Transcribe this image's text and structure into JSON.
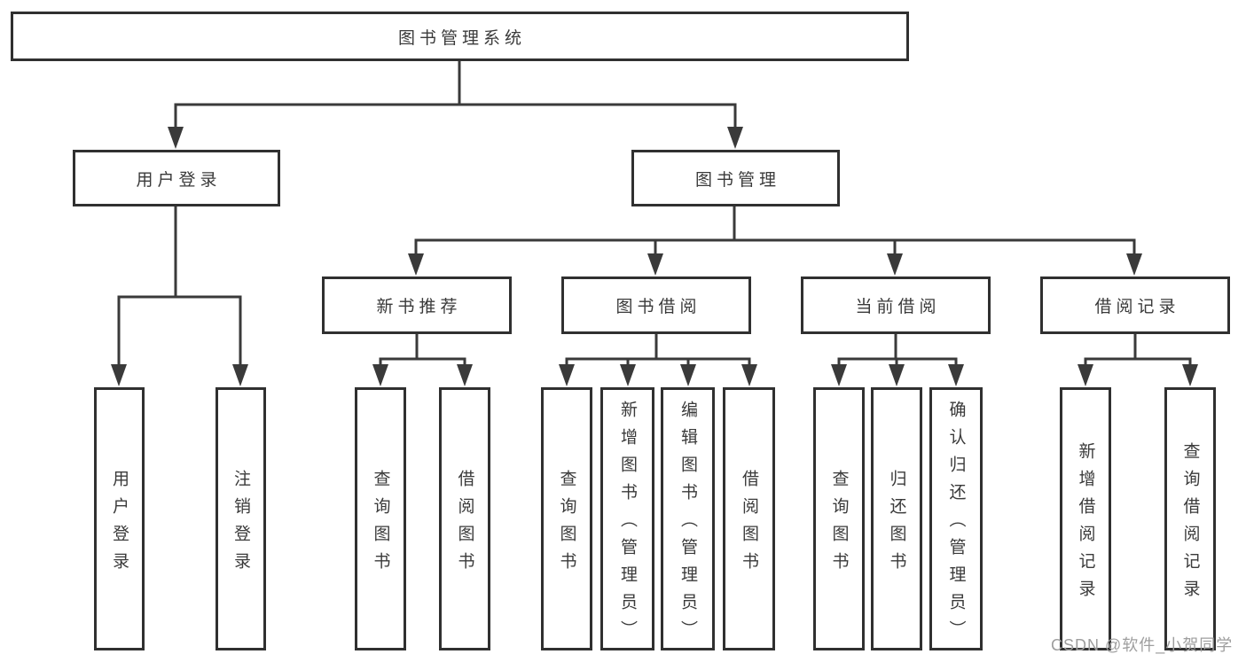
{
  "diagram": {
    "root": {
      "label": "图书管理系统"
    },
    "level2": [
      {
        "label": "用户登录"
      },
      {
        "label": "图书管理"
      }
    ],
    "level3": [
      {
        "label": "新书推荐",
        "parent": "图书管理"
      },
      {
        "label": "图书借阅",
        "parent": "图书管理"
      },
      {
        "label": "当前借阅",
        "parent": "图书管理"
      },
      {
        "label": "借阅记录",
        "parent": "图书管理"
      }
    ],
    "leaves": [
      {
        "label": "用户登录",
        "parent": "用户登录"
      },
      {
        "label": "注销登录",
        "parent": "用户登录"
      },
      {
        "label": "查询图书",
        "parent": "新书推荐"
      },
      {
        "label": "借阅图书",
        "parent": "新书推荐"
      },
      {
        "label": "查询图书",
        "parent": "图书借阅"
      },
      {
        "label": "新增图书（管理员）",
        "parent": "图书借阅"
      },
      {
        "label": "编辑图书（管理员）",
        "parent": "图书借阅"
      },
      {
        "label": "借阅图书",
        "parent": "图书借阅"
      },
      {
        "label": "查询图书",
        "parent": "当前借阅"
      },
      {
        "label": "归还图书",
        "parent": "当前借阅"
      },
      {
        "label": "确认归还（管理员）",
        "parent": "当前借阅"
      },
      {
        "label": "新增借阅记录",
        "parent": "借阅记录"
      },
      {
        "label": "查询借阅记录",
        "parent": "借阅记录"
      }
    ]
  },
  "watermark": {
    "text": "CSDN @软件_小贺同学"
  },
  "colors": {
    "line": "#3a3a3a",
    "box_border": "#303030",
    "text": "#3a3a3a",
    "background": "#ffffff",
    "watermark": "#9e9e9e"
  }
}
